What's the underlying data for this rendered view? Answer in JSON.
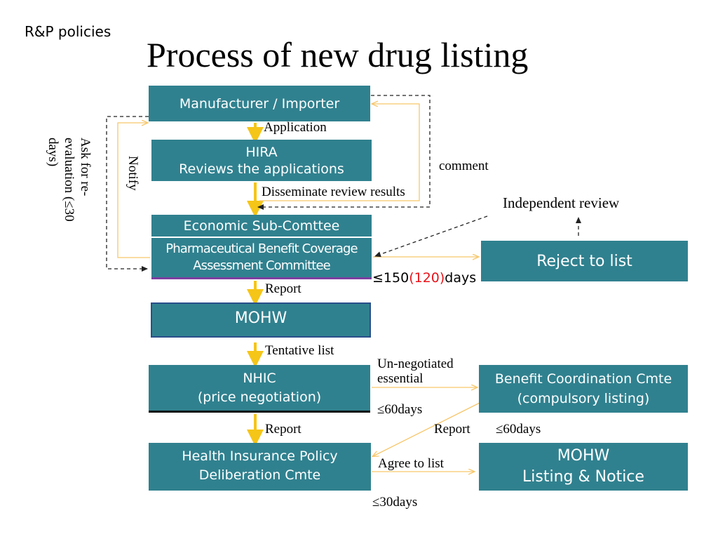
{
  "header": {
    "section": "R&P policies",
    "title": "Process of new drug listing"
  },
  "boxes": {
    "manufacturer": "Manufacturer / Importer",
    "hira": {
      "line1": "HIRA",
      "line2": "Reviews the applications"
    },
    "economic": "Economic Sub-Comttee",
    "pbcac": {
      "line1": "Pharmaceutical Benefit Coverage",
      "line2": "Assessment Committee"
    },
    "reject": "Reject to list",
    "mohw": "MOHW",
    "nhic": {
      "line1": "NHIC",
      "line2": "(price negotiation)"
    },
    "benefit": {
      "line1": "Benefit Coordination Cmte",
      "line2": "(compulsory listing)"
    },
    "hipdc": {
      "line1": "Health Insurance Policy",
      "line2": "Deliberation Cmte"
    },
    "mohw_listing": {
      "line1": "MOHW",
      "line2": "Listing & Notice"
    }
  },
  "labels": {
    "application": "Application",
    "disseminate": "Disseminate review results",
    "comment": "comment",
    "independent_review": "Independent review",
    "notify": "Notify",
    "ask_reevaluation": {
      "line1": "Ask for re-",
      "line2": "evaluation (≤30",
      "line3": "days)"
    },
    "days_150_prefix": "≤150",
    "days_150_red": "(120)",
    "days_150_suffix": "days",
    "report1": "Report",
    "tentative": "Tentative list",
    "unnegotiated": {
      "line1": "Un-negotiated",
      "line2": "essential"
    },
    "days60a": "≤60days",
    "report2": "Report",
    "report3": "Report",
    "days60b": "≤60days",
    "agree": "Agree to list",
    "days30": "≤30days"
  },
  "colors": {
    "box_fill": "#30818f",
    "flow_arrow": "#f5c518",
    "thin_arrow": "#f7c66a",
    "dashed": "#444444",
    "dashed_light": "#8a8a8a",
    "highlight_red": "#e8141b",
    "underline_purple": "#7b3fa0"
  }
}
